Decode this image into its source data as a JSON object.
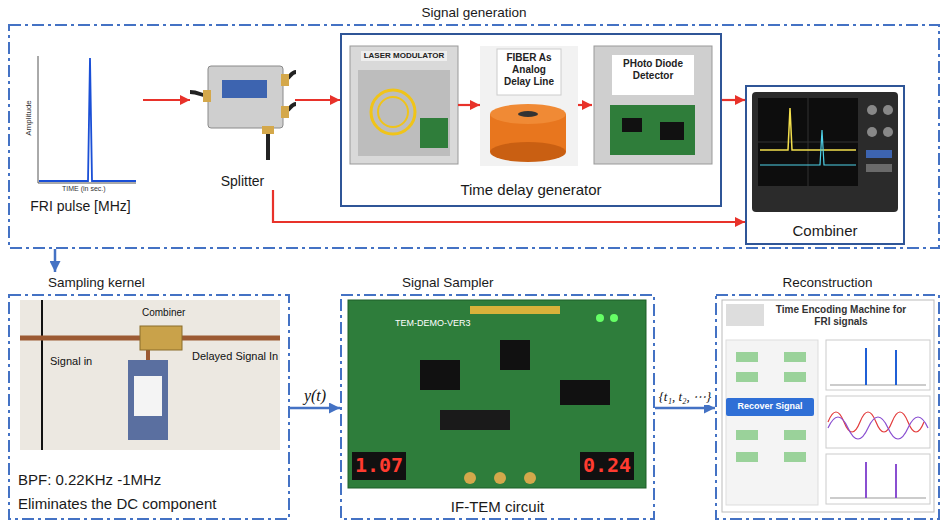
{
  "diagram": {
    "nodes": [
      {
        "text": [
          "Signal generation"
        ]
      },
      {
        "text": [
          "FRI pulse [MHz]"
        ],
        "in": 0
      },
      {
        "text": [
          "Splitter"
        ],
        "in": 0
      },
      {
        "text": [
          "Time delay generator"
        ],
        "in": 0
      },
      {
        "text": [
          "LASER MODULATOR"
        ],
        "in": 3
      },
      {
        "text": [
          "FIBER As Analog Delay Line"
        ],
        "in": 3
      },
      {
        "text": [
          "PHoto Diode Detector"
        ],
        "in": 3
      },
      {
        "text": [
          "Combiner"
        ],
        "in": 0
      },
      {
        "text": [
          "Sampling kernel",
          "BPF: 0.22KHz -1MHz",
          "Eliminates the DC component"
        ]
      },
      {
        "text": [
          "Signal Sampler",
          "IF-TEM circuit"
        ]
      },
      {
        "text": [
          "Reconstruction"
        ]
      }
    ],
    "edges": [
      {
        "from": 1,
        "to": 2,
        "arrow": "to"
      },
      {
        "from": 2,
        "to": 3,
        "arrow": "to"
      },
      {
        "from": 4,
        "to": 5,
        "arrow": "to"
      },
      {
        "from": 5,
        "to": 6,
        "arrow": "to"
      },
      {
        "from": 3,
        "to": 7,
        "arrow": "to"
      },
      {
        "from": 2,
        "to": 7,
        "arrow": "to"
      },
      {
        "from": 0,
        "to": 8,
        "arrow": "to"
      },
      {
        "from": 8,
        "to": 9,
        "arrow": "to",
        "label": "y(t)"
      },
      {
        "from": 9,
        "to": 10,
        "arrow": "to",
        "label": "{t₁, t₂, ⋯}"
      }
    ],
    "labels": [
      "Amplitude",
      "TIME (in sec.)",
      "Signal in",
      "Combiner",
      "Delayed Signal In",
      "TEM-DEMO-VER3",
      "1.07",
      "0.24",
      "Time Encoding Machine for FRI signals",
      "Recover Signal"
    ]
  }
}
